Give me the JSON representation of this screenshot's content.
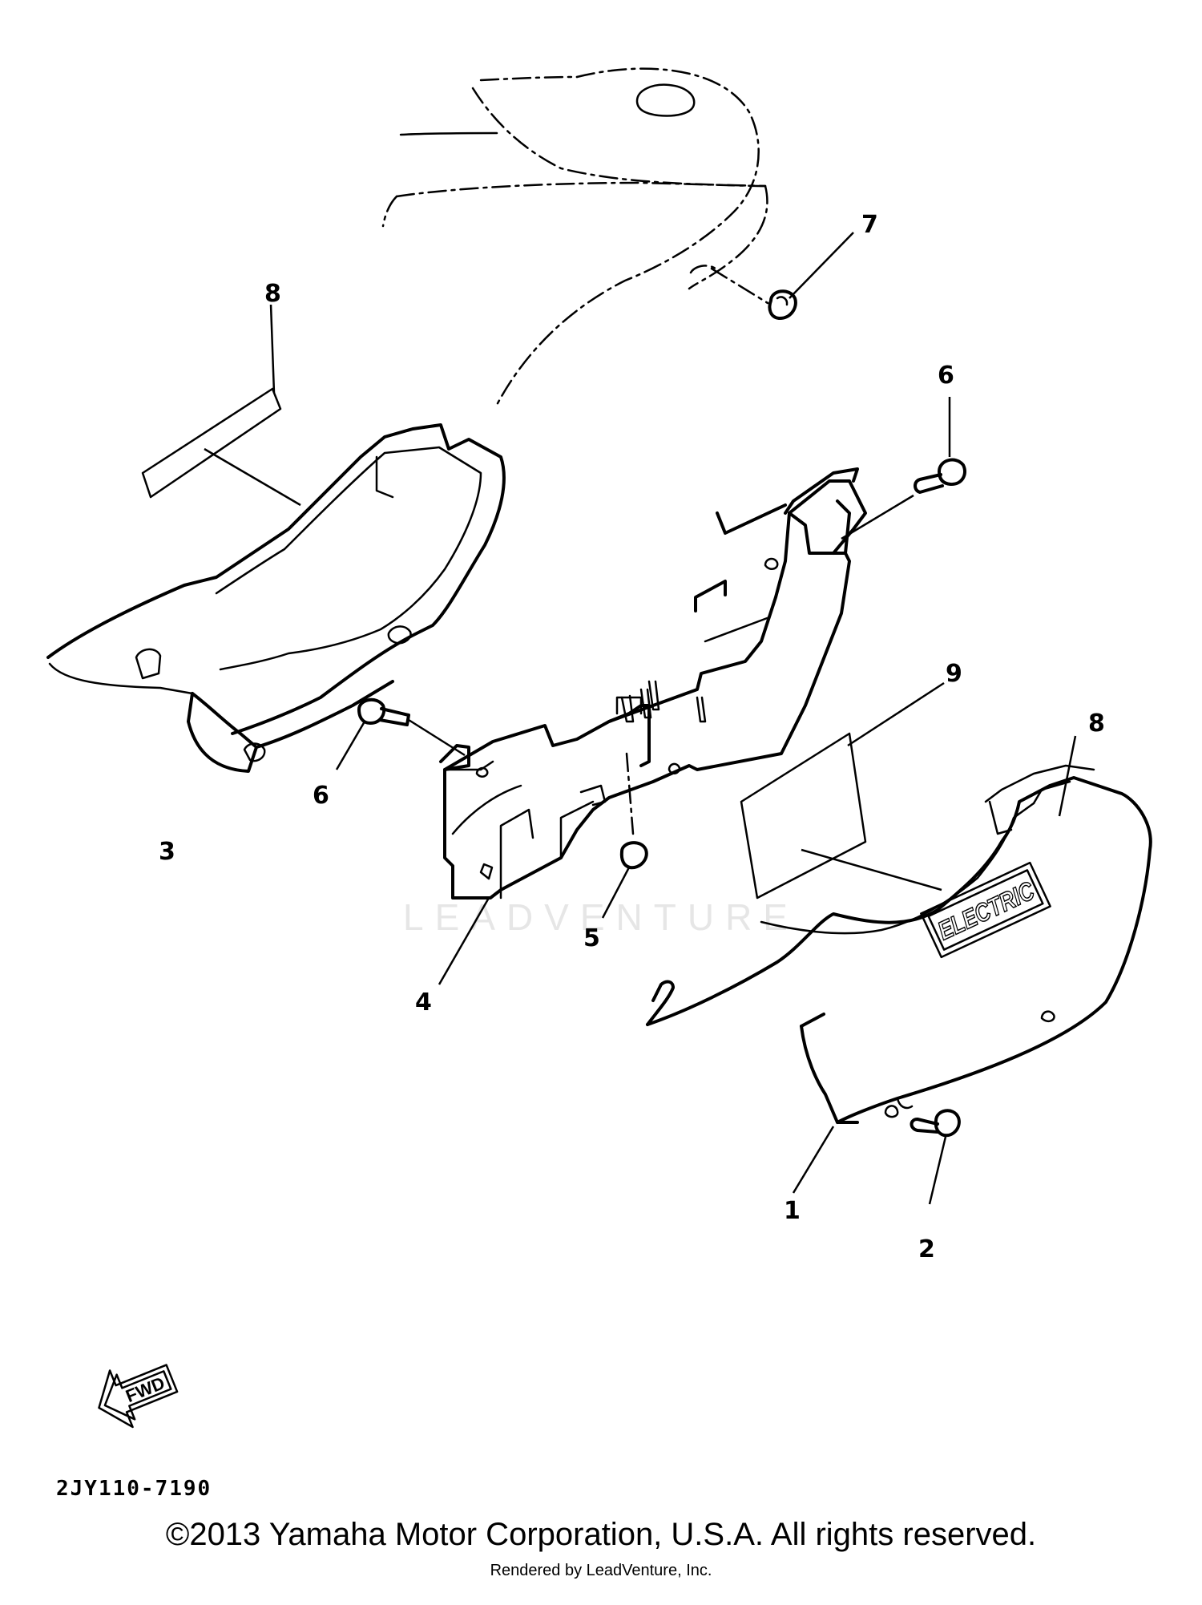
{
  "diagram": {
    "part_labels": [
      {
        "id": "1",
        "text": "1"
      },
      {
        "id": "2",
        "text": "2"
      },
      {
        "id": "3",
        "text": "3"
      },
      {
        "id": "4",
        "text": "4"
      },
      {
        "id": "5",
        "text": "5"
      },
      {
        "id": "6a",
        "text": "6"
      },
      {
        "id": "6b",
        "text": "6"
      },
      {
        "id": "7",
        "text": "7"
      },
      {
        "id": "8a",
        "text": "8"
      },
      {
        "id": "8b",
        "text": "8"
      },
      {
        "id": "9",
        "text": "9"
      }
    ],
    "cover_emblem_text": "ELECTRIC",
    "fwd_arrow_text": "FWD",
    "diagram_code": "2JY110-7190",
    "watermark_text": "LEADVENTURE"
  },
  "footer": {
    "copyright": "©2013 Yamaha Motor Corporation, U.S.A. All rights reserved.",
    "rendered_by": "Rendered by LeadVenture, Inc."
  }
}
